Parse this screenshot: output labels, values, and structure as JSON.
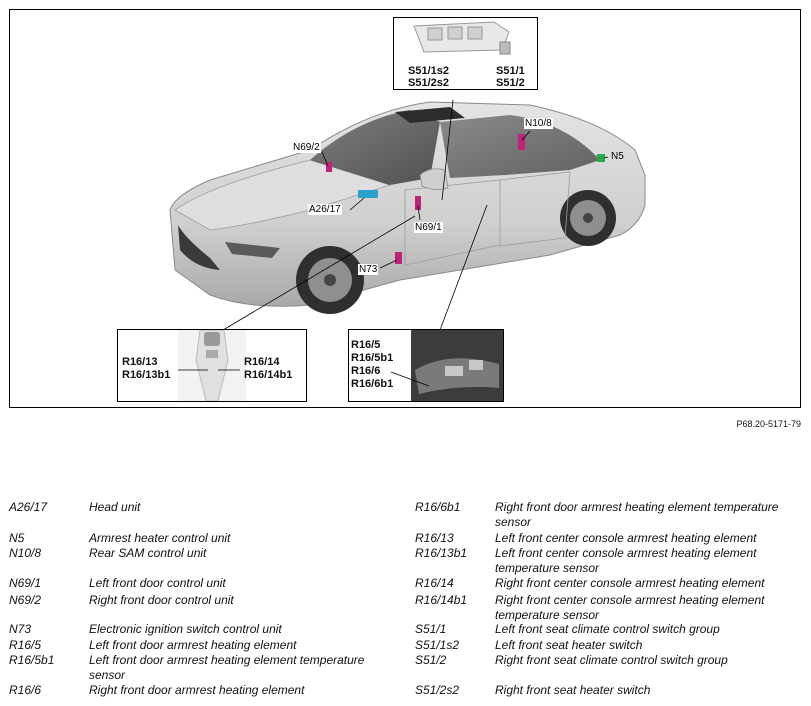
{
  "figure_code": "P68.20-5171-79",
  "car_labels": {
    "n69_2": "N69/2",
    "n10_8": "N10/8",
    "n5": "N5",
    "a26_17": "A26/17",
    "n69_1": "N69/1",
    "n73": "N73"
  },
  "insets": {
    "switch_top": {
      "l1": "S51/1s2",
      "l2": "S51/2s2",
      "r1": "S51/1",
      "r2": "S51/2"
    },
    "console": {
      "l1": "R16/13",
      "l2": "R16/13b1",
      "r1": "R16/14",
      "r2": "R16/14b1"
    },
    "door": {
      "l1": "R16/5",
      "l2": "R16/5b1",
      "l3": "R16/6",
      "l4": "R16/6b1"
    }
  },
  "legend_left": [
    {
      "code": "A26/17",
      "desc": "Head unit"
    },
    {
      "code": "N5",
      "desc": "Armrest heater control unit"
    },
    {
      "code": "N10/8",
      "desc": "Rear SAM control unit"
    },
    {
      "code": "N69/1",
      "desc": "Left front door control unit"
    },
    {
      "code": "N69/2",
      "desc": "Right front door control unit"
    },
    {
      "code": "N73",
      "desc": "Electronic ignition switch control unit"
    },
    {
      "code": "R16/5",
      "desc": "Left front door armrest heating element"
    },
    {
      "code": "R16/5b1",
      "desc": "Left front door armrest heating element temperature sensor"
    },
    {
      "code": "R16/6",
      "desc": "Right front door armrest heating element"
    }
  ],
  "legend_right": [
    {
      "code": "R16/6b1",
      "desc": "Right front door armrest heating element temperature sensor"
    },
    {
      "code": "R16/13",
      "desc": "Left front center console armrest heating element"
    },
    {
      "code": "R16/13b1",
      "desc": "Left front center console armrest heating element temperature sensor"
    },
    {
      "code": "R16/14",
      "desc": "Right front center console armrest heating element"
    },
    {
      "code": "R16/14b1",
      "desc": "Right front center console armrest heating element temperature sensor"
    },
    {
      "code": "S51/1",
      "desc": "Left front seat climate control switch group"
    },
    {
      "code": "S51/1s2",
      "desc": "Left front seat heater switch"
    },
    {
      "code": "S51/2",
      "desc": "Right front seat climate control switch group"
    },
    {
      "code": "S51/2s2",
      "desc": "Right front seat heater switch"
    }
  ]
}
